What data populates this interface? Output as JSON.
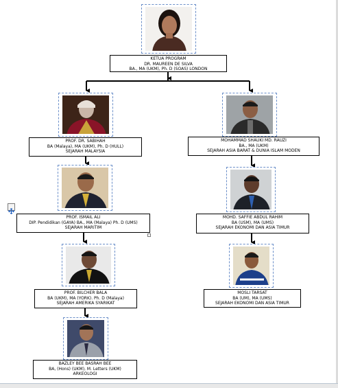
{
  "nodes": {
    "head": {
      "lines": [
        "KETUA PROGRAM",
        "DR. MAUREEN  DE SILVA",
        "BA., MA (UKM), Ph. D  (SOAS) LONDON"
      ]
    },
    "sabihah": {
      "lines": [
        "PROF. DR. SABIHAH",
        "BA (Malaya), MA (UKM), Ph. D (HULL)",
        "SEJARAH MALAYSIA"
      ]
    },
    "shauki": {
      "lines": [
        "MOHAMMAD  SHAUKI MD. RAUZI",
        "BA., MA (UKM)",
        "SEJARAH ASIA BARAT  & DUNIA ISLAM  MODEN"
      ]
    },
    "ismail": {
      "lines": [
        "PROF. ISMAIL ALI",
        "DIP. Pendidikan (GAYA) BA., MA (Malaya) Ph. D (UMS)",
        "SEJARAH MARITIM"
      ]
    },
    "saffie": {
      "lines": [
        "MOHD.  SAFFIE ABDUL RAHIM",
        "BA (USM), MA (UMS)",
        "SEJARAH EKONOMI  DAN  ASIA TIMUR"
      ]
    },
    "bilcher": {
      "lines": [
        "PROF. BILCHER BALA",
        "BA (UKM), MA  (YORK). Ph. D (Malaya)",
        "SEJARAH AMERIKA  SYARIKAT"
      ]
    },
    "mosli": {
      "lines": [
        "MOSLI TARSAT",
        "BA (UM), MA  (UMS)",
        "SEJARAH EKONOMI  DAN ASIA TIMUR"
      ]
    },
    "bazley": {
      "lines": [
        "BAZLEY  BEE BASRAH  BEE",
        "BA, (Hons) (UKM), M. Letters (UKM)",
        "ARKEOLOGI"
      ]
    }
  },
  "colors": {
    "frame_border": "#6b8fc9",
    "connector": "#000000"
  }
}
